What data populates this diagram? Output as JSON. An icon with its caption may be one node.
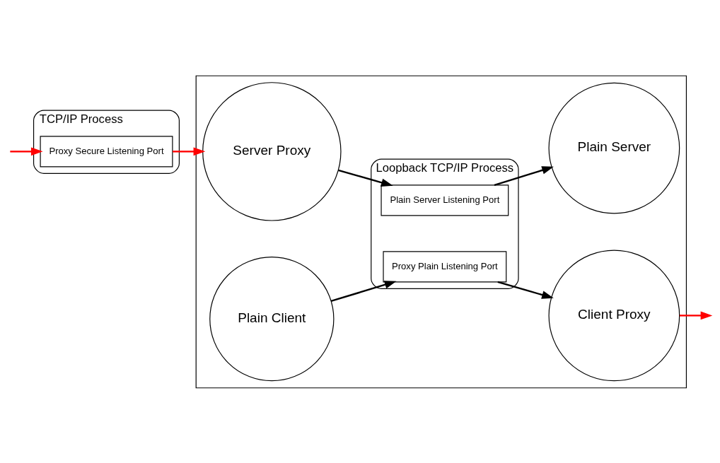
{
  "diagram": {
    "nodes": [
      {
        "text": [],
        "shape": "box"
      },
      {
        "text": [
          "TCP/IP Process"
        ]
      },
      {
        "text": [
          "Loopback TCP/IP Process"
        ],
        "in": 0
      },
      {
        "text": [
          "Proxy Secure Listening Port"
        ],
        "in": 1
      },
      {
        "text": [
          "Server Proxy"
        ],
        "in": 0
      },
      {
        "text": [
          "Plain Server Listening Port"
        ],
        "in": 2
      },
      {
        "text": [
          "Plain Server"
        ],
        "in": 0
      },
      {
        "text": [
          "Proxy Plain Listening Port"
        ],
        "in": 2
      },
      {
        "text": [
          "Plain Client"
        ],
        "in": 0
      },
      {
        "text": [
          "Client Proxy"
        ],
        "in": 0
      }
    ],
    "edges": [
      {
        "from": null,
        "to": 3,
        "arrow": "to",
        "color": "#ff0000"
      },
      {
        "from": 3,
        "to": 4,
        "arrow": "to",
        "color": "#ff0000"
      },
      {
        "from": 4,
        "to": 5,
        "arrow": "to"
      },
      {
        "from": 5,
        "to": 6,
        "arrow": "to"
      },
      {
        "from": 8,
        "to": 7,
        "arrow": "to"
      },
      {
        "from": 7,
        "to": 9,
        "arrow": "to"
      },
      {
        "from": 9,
        "to": null,
        "arrow": "to",
        "color": "#ff0000"
      }
    ]
  }
}
